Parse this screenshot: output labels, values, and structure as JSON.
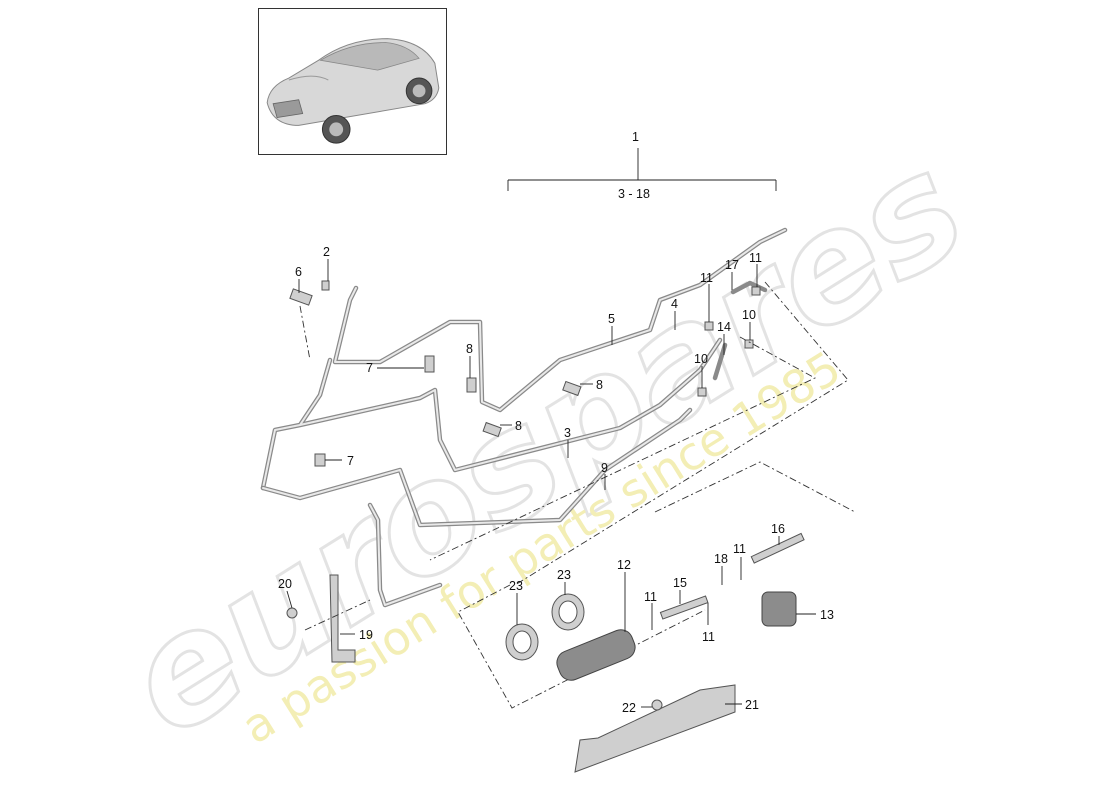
{
  "watermark": {
    "brand": "eurospares",
    "tagline": "a passion for parts since 1985"
  },
  "thumbnail": {
    "icon": "vehicle-thumbnail-icon"
  },
  "assembly": {
    "main_number": "1",
    "range": "3 - 18"
  },
  "callouts": [
    {
      "id": "c2",
      "text": "2"
    },
    {
      "id": "c6",
      "text": "6"
    },
    {
      "id": "c7a",
      "text": "7"
    },
    {
      "id": "c8a",
      "text": "8"
    },
    {
      "id": "c5",
      "text": "5"
    },
    {
      "id": "c4",
      "text": "4"
    },
    {
      "id": "c11a",
      "text": "11"
    },
    {
      "id": "c17",
      "text": "17"
    },
    {
      "id": "c11b",
      "text": "11"
    },
    {
      "id": "c14",
      "text": "14"
    },
    {
      "id": "c10a",
      "text": "10"
    },
    {
      "id": "c10b",
      "text": "10"
    },
    {
      "id": "c8b",
      "text": "8"
    },
    {
      "id": "c8c",
      "text": "8"
    },
    {
      "id": "c3",
      "text": "3"
    },
    {
      "id": "c7b",
      "text": "7"
    },
    {
      "id": "c9",
      "text": "9"
    },
    {
      "id": "c16",
      "text": "16"
    },
    {
      "id": "c18",
      "text": "18"
    },
    {
      "id": "c11c",
      "text": "11"
    },
    {
      "id": "c12",
      "text": "12"
    },
    {
      "id": "c23a",
      "text": "23"
    },
    {
      "id": "c23b",
      "text": "23"
    },
    {
      "id": "c15",
      "text": "15"
    },
    {
      "id": "c11d",
      "text": "11"
    },
    {
      "id": "c11e",
      "text": "11"
    },
    {
      "id": "c13",
      "text": "13"
    },
    {
      "id": "c20",
      "text": "20"
    },
    {
      "id": "c19",
      "text": "19"
    },
    {
      "id": "c22",
      "text": "22"
    },
    {
      "id": "c21",
      "text": "21"
    }
  ]
}
